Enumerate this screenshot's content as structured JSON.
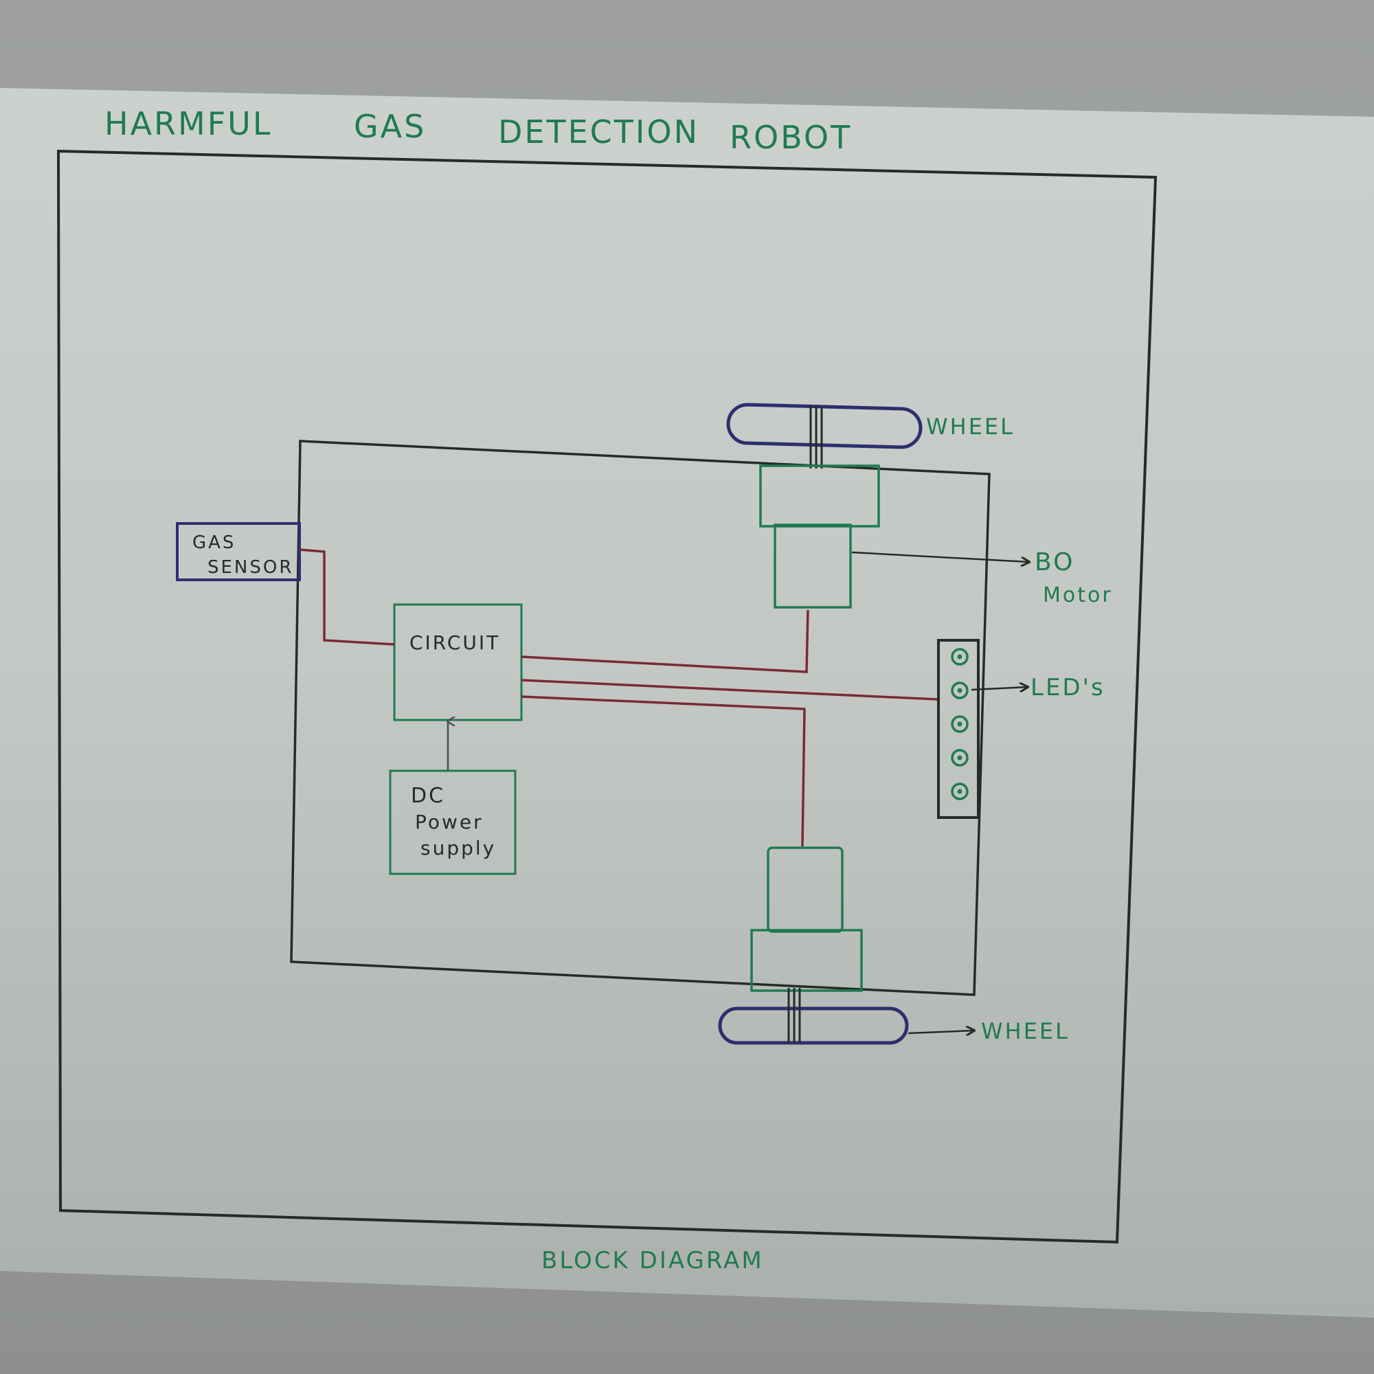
{
  "title_words": [
    "HARMFUL",
    "GAS",
    "DETECTION",
    "ROBOT"
  ],
  "caption": "BLOCK DIAGRAM",
  "blocks": {
    "gas_sensor": [
      "GAS",
      "SENSOR"
    ],
    "circuit": "CIRCUIT",
    "power_supply": [
      "DC",
      "Power",
      "supply"
    ]
  },
  "labels": {
    "wheel_top": "WHEEL",
    "wheel_bottom": "WHEEL",
    "motor": [
      "BO",
      "Motor"
    ],
    "leds": "LED's"
  },
  "led_count": 5,
  "colors": {
    "ink_green": "#1f7a55",
    "ink_black": "#262a28",
    "ink_blue": "#2c2f6e",
    "ink_red": "#7a2a35",
    "paper": "#c9cdc9"
  }
}
